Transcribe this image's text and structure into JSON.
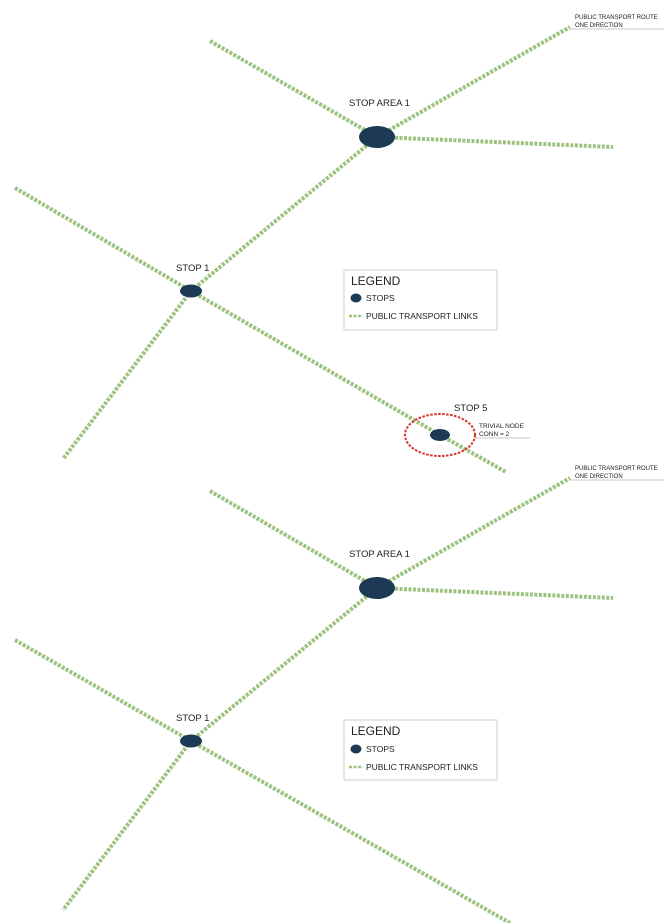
{
  "colors": {
    "link": "#9cc27f",
    "stop": "#1d3a55",
    "highlight": "#d9302c",
    "legend_border": "#cfcfcf",
    "leader_line": "#b5b5b5"
  },
  "top_panel": {
    "stop_area_label": "STOP AREA 1",
    "stop1_label": "STOP 1",
    "stop5_label": "STOP  5",
    "route_note_line1": "PUBLIC TRANSPORT ROUTE",
    "route_note_line2": "ONE DIRECTION",
    "trivial_line1": "TRIVIAL NODE",
    "trivial_line2": "CONN = 2",
    "legend": {
      "title": "LEGEND",
      "stops": "STOPS",
      "links": "PUBLIC TRANSPORT LINKS"
    }
  },
  "bottom_panel": {
    "stop_area_label": "STOP AREA 1",
    "stop1_label": "STOP 1",
    "route_note_line1": "PUBLIC TRANSPORT ROUTE",
    "route_note_line2": "ONE DIRECTION",
    "legend": {
      "title": "LEGEND",
      "stops": "STOPS",
      "links": "PUBLIC TRANSPORT LINKS"
    }
  }
}
